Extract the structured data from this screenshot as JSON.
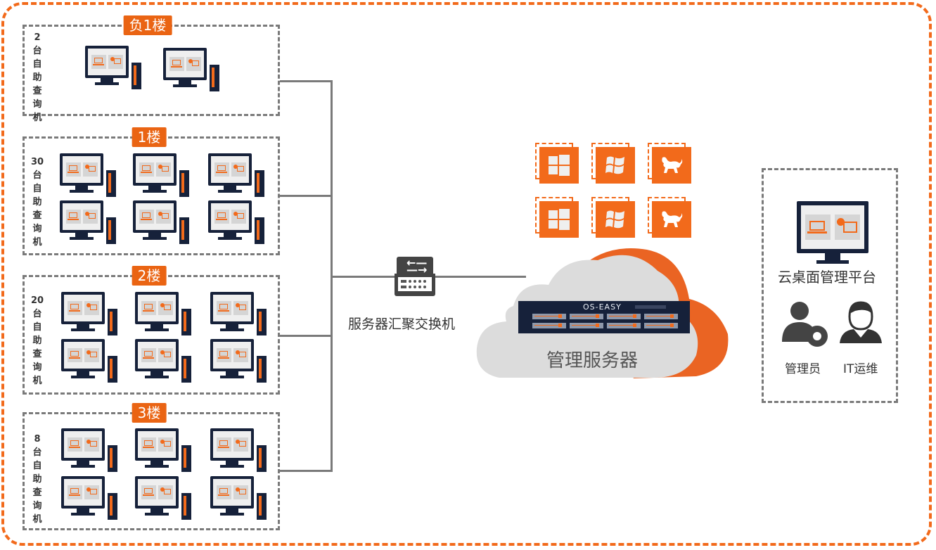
{
  "diagram": {
    "floors": [
      {
        "tag": "负1楼",
        "count": "2",
        "count_chars": [
          "台",
          "自",
          "助",
          "查",
          "询",
          "机"
        ],
        "terminals_shown": 2
      },
      {
        "tag": "1楼",
        "count": "30",
        "count_chars": [
          "台",
          "自",
          "助",
          "查",
          "询",
          "机"
        ],
        "terminals_shown": 6
      },
      {
        "tag": "2楼",
        "count": "20",
        "count_chars": [
          "台",
          "自",
          "助",
          "查",
          "询",
          "机"
        ],
        "terminals_shown": 6
      },
      {
        "tag": "3楼",
        "count": "8",
        "count_chars": [
          "台",
          "自",
          "助",
          "查",
          "询",
          "机"
        ],
        "terminals_shown": 6
      }
    ],
    "switch": {
      "label": "服务器汇聚交换机",
      "icon": "network-switch-icon"
    },
    "os_tiles": [
      {
        "icon": "windows-10-logo-icon"
      },
      {
        "icon": "windows-7-logo-icon"
      },
      {
        "icon": "kylin-linux-logo-icon"
      },
      {
        "icon": "windows-10-logo-icon"
      },
      {
        "icon": "windows-7-logo-icon"
      },
      {
        "icon": "kylin-linux-logo-icon"
      }
    ],
    "server": {
      "brand": "OS-EASY",
      "label": "管理服务器"
    },
    "management": {
      "platform_label": "云桌面管理平台",
      "roles": [
        {
          "label": "管理员",
          "icon": "admin-gear-user-icon"
        },
        {
          "label": "IT运维",
          "icon": "it-support-user-icon"
        }
      ]
    },
    "colors": {
      "accent": "#f26a1b",
      "dark": "#16213a",
      "line": "#7a7a7a",
      "cloud": "#dcdcdc"
    }
  }
}
